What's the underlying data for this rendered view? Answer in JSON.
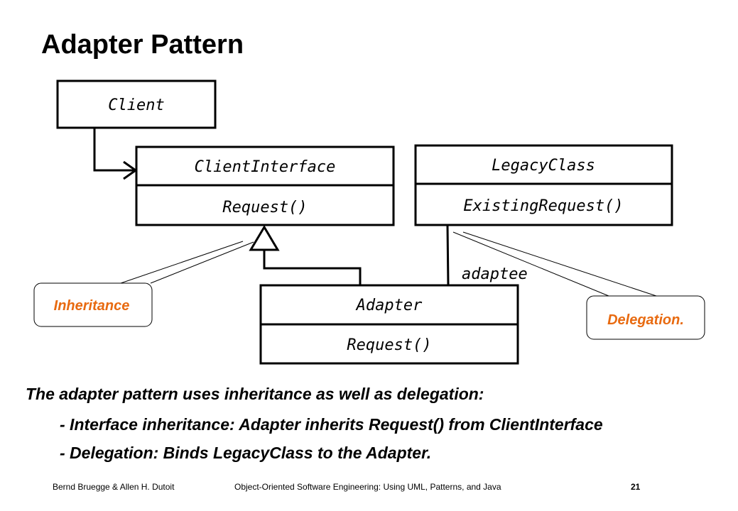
{
  "slide": {
    "title": "Adapter Pattern",
    "page_number": "21"
  },
  "diagram": {
    "client": {
      "name": "Client"
    },
    "client_interface": {
      "name": "ClientInterface",
      "operation": "Request()"
    },
    "legacy_class": {
      "name": "LegacyClass",
      "operation": "ExistingRequest()"
    },
    "adapter": {
      "name": "Adapter",
      "operation": "Request()"
    },
    "association_label": "adaptee",
    "notes": {
      "inheritance": "Inheritance",
      "delegation": "Delegation."
    },
    "colors": {
      "note_text": "#e86a10",
      "lines": "#000000"
    }
  },
  "body": {
    "intro": "The adapter pattern uses inheritance as well as delegation:",
    "bullets": [
      "- Interface inheritance: Adapter inherits Request() from ClientInterface",
      "- Delegation: Binds LegacyClass to the Adapter."
    ]
  },
  "footer": {
    "authors": "Bernd Bruegge & Allen H. Dutoit",
    "book": "Object-Oriented Software Engineering: Using UML, Patterns, and Java"
  }
}
